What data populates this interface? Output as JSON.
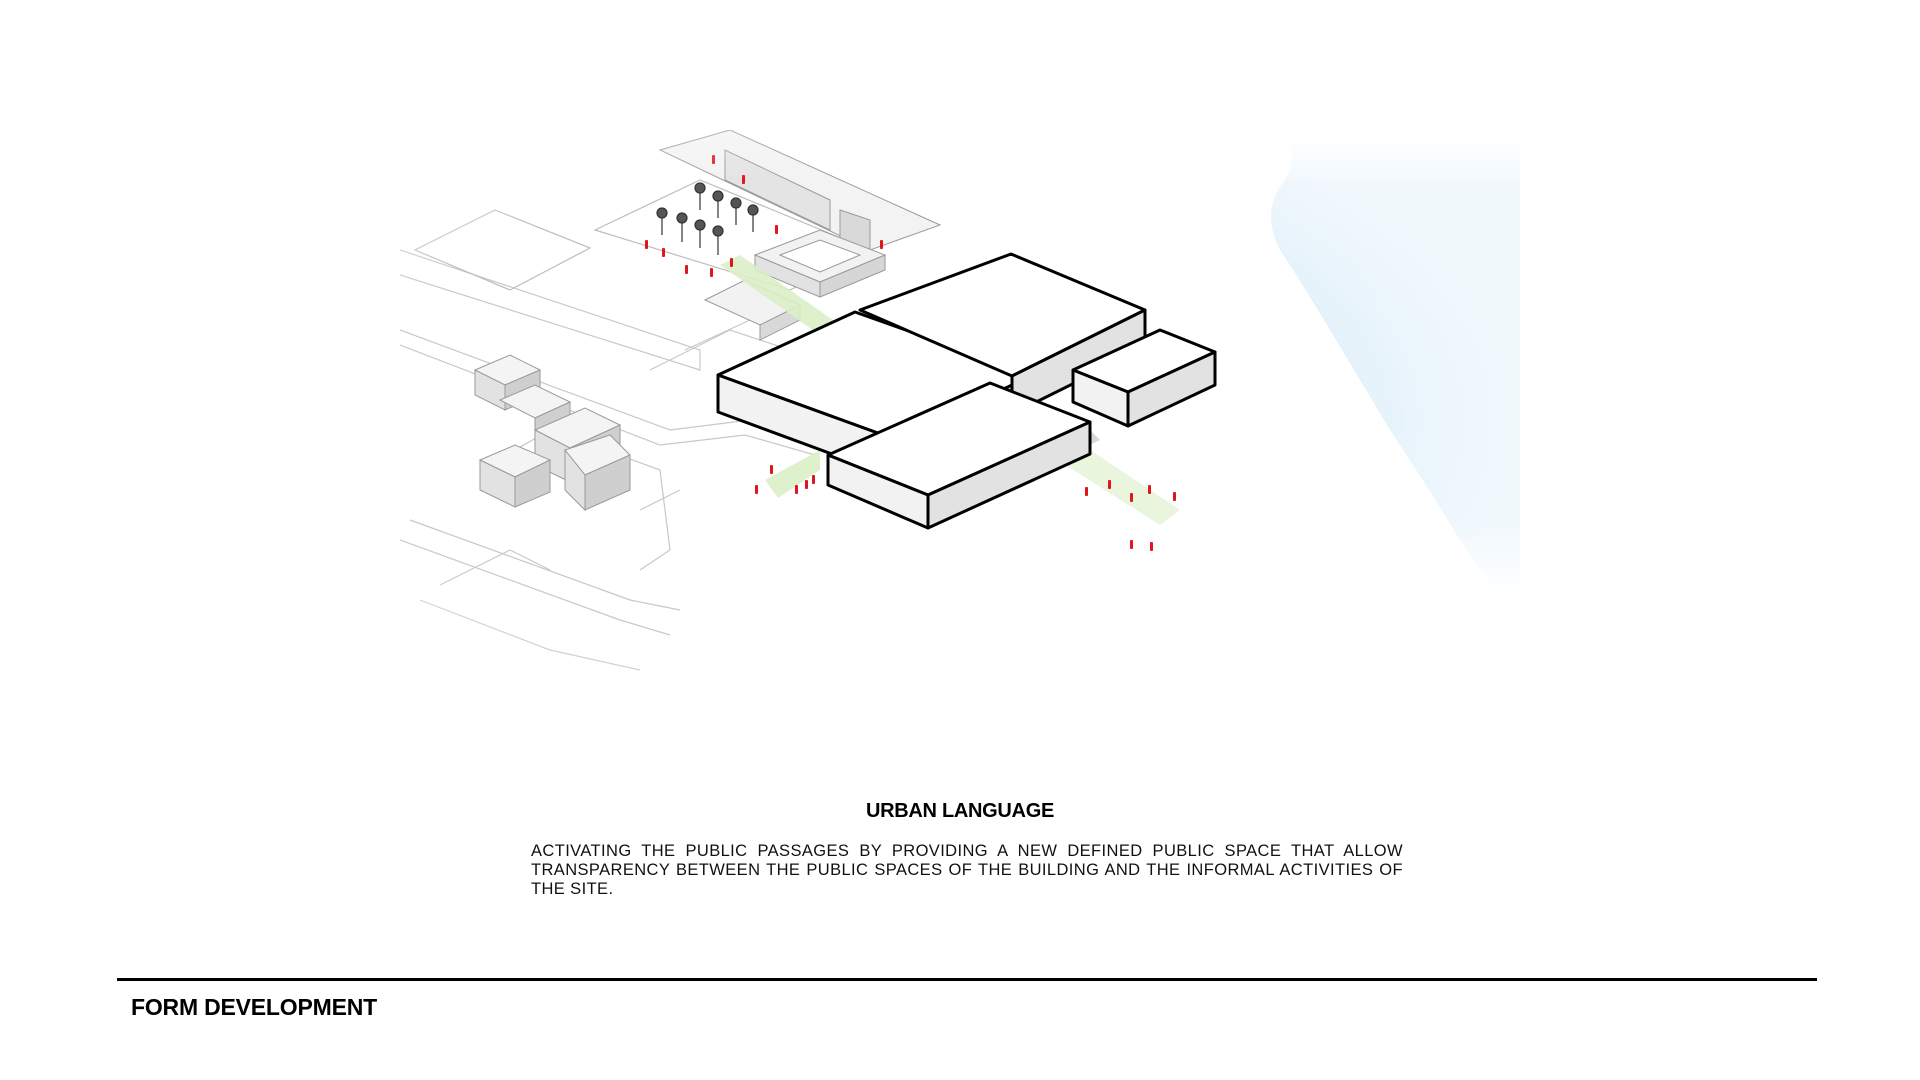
{
  "diagram": {
    "colors": {
      "water": "#e2f1fb",
      "green_passage": "#dcefc8",
      "massing_outline": "#000000",
      "pedestrian": "#e0161e",
      "context_lines": "#c8c8c8",
      "context_buildings": "#e8e8e8"
    },
    "icons": [
      "red-arrow-icon",
      "person-icon",
      "palm-tree-icon"
    ]
  },
  "section": {
    "title": "URBAN LANGUAGE",
    "description": "ACTIVATING THE PUBLIC PASSAGES BY PROVIDING A NEW DEFINED PUBLIC SPACE THAT ALLOW TRANSPARENCY BETWEEN THE PUBLIC SPACES OF THE BUILDING AND THE INFORMAL ACTIVITIES OF THE SITE."
  },
  "footer": {
    "label": "FORM DEVELOPMENT"
  }
}
